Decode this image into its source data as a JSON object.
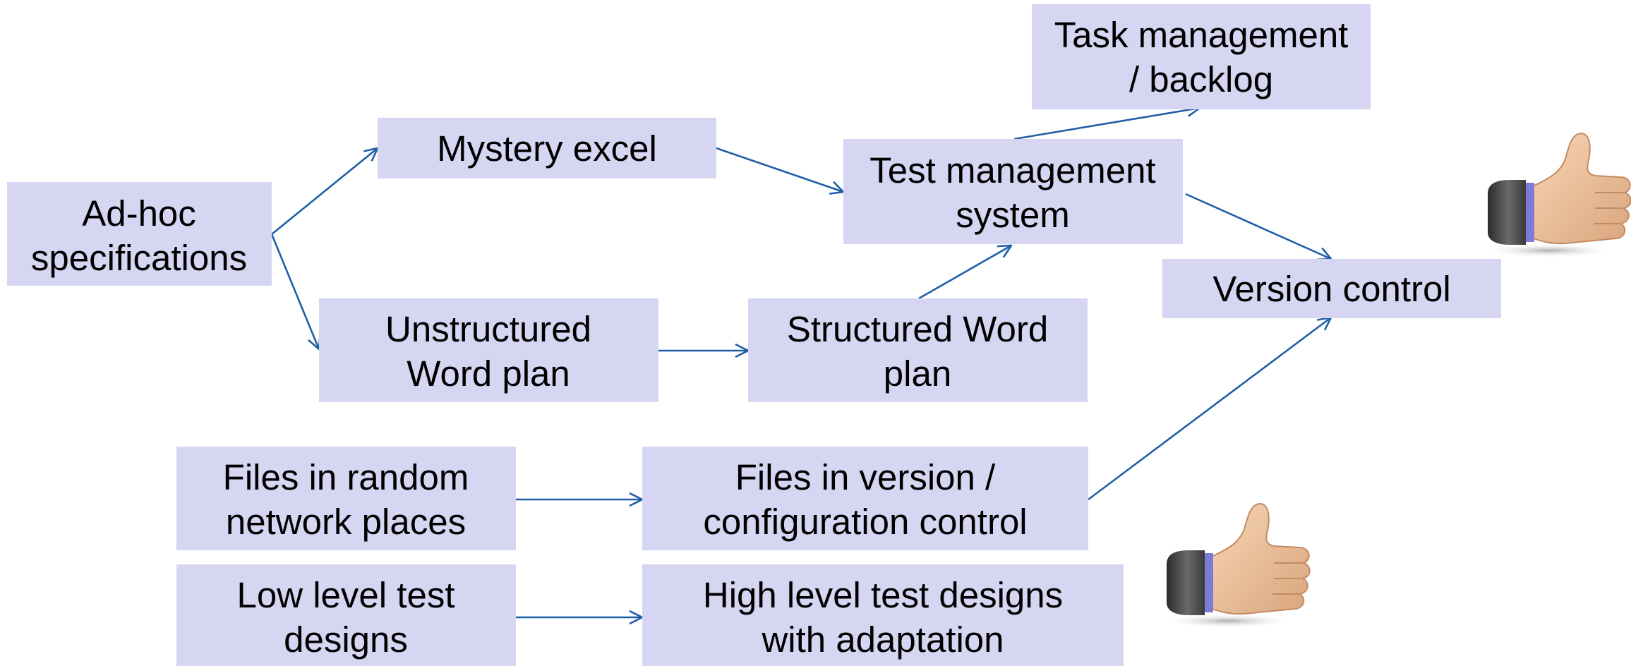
{
  "nodes": [
    {
      "id": "adhoc",
      "lines": [
        "Ad-hoc",
        "specifications"
      ]
    },
    {
      "id": "mystery",
      "lines": [
        "Mystery excel"
      ]
    },
    {
      "id": "unstructured",
      "lines": [
        "Unstructured",
        "Word plan"
      ]
    },
    {
      "id": "structured",
      "lines": [
        "Structured Word",
        "plan"
      ]
    },
    {
      "id": "tms",
      "lines": [
        "Test management",
        "system"
      ]
    },
    {
      "id": "task",
      "lines": [
        "Task management",
        "/ backlog"
      ]
    },
    {
      "id": "vc",
      "lines": [
        "Version control"
      ]
    },
    {
      "id": "files_random",
      "lines": [
        "Files in random",
        "network places"
      ]
    },
    {
      "id": "files_vc",
      "lines": [
        "Files in version /",
        "configuration control"
      ]
    },
    {
      "id": "low_level",
      "lines": [
        "Low level test",
        "designs"
      ]
    },
    {
      "id": "high_level",
      "lines": [
        "High level test designs",
        "with adaptation"
      ]
    }
  ],
  "edges": [
    {
      "from": "adhoc",
      "to": "mystery"
    },
    {
      "from": "adhoc",
      "to": "unstructured"
    },
    {
      "from": "mystery",
      "to": "tms"
    },
    {
      "from": "unstructured",
      "to": "structured"
    },
    {
      "from": "structured",
      "to": "tms"
    },
    {
      "from": "tms",
      "to": "task"
    },
    {
      "from": "tms",
      "to": "vc"
    },
    {
      "from": "files_random",
      "to": "files_vc"
    },
    {
      "from": "files_vc",
      "to": "vc"
    },
    {
      "from": "low_level",
      "to": "high_level"
    }
  ],
  "icons": [
    {
      "id": "thumbs_up_top",
      "name": "thumbs-up-icon"
    },
    {
      "id": "thumbs_up_bottom",
      "name": "thumbs-up-icon"
    }
  ],
  "colors": {
    "box_fill": "#d6d6f3",
    "arrow": "#1f5fa6",
    "text": "#000000"
  }
}
